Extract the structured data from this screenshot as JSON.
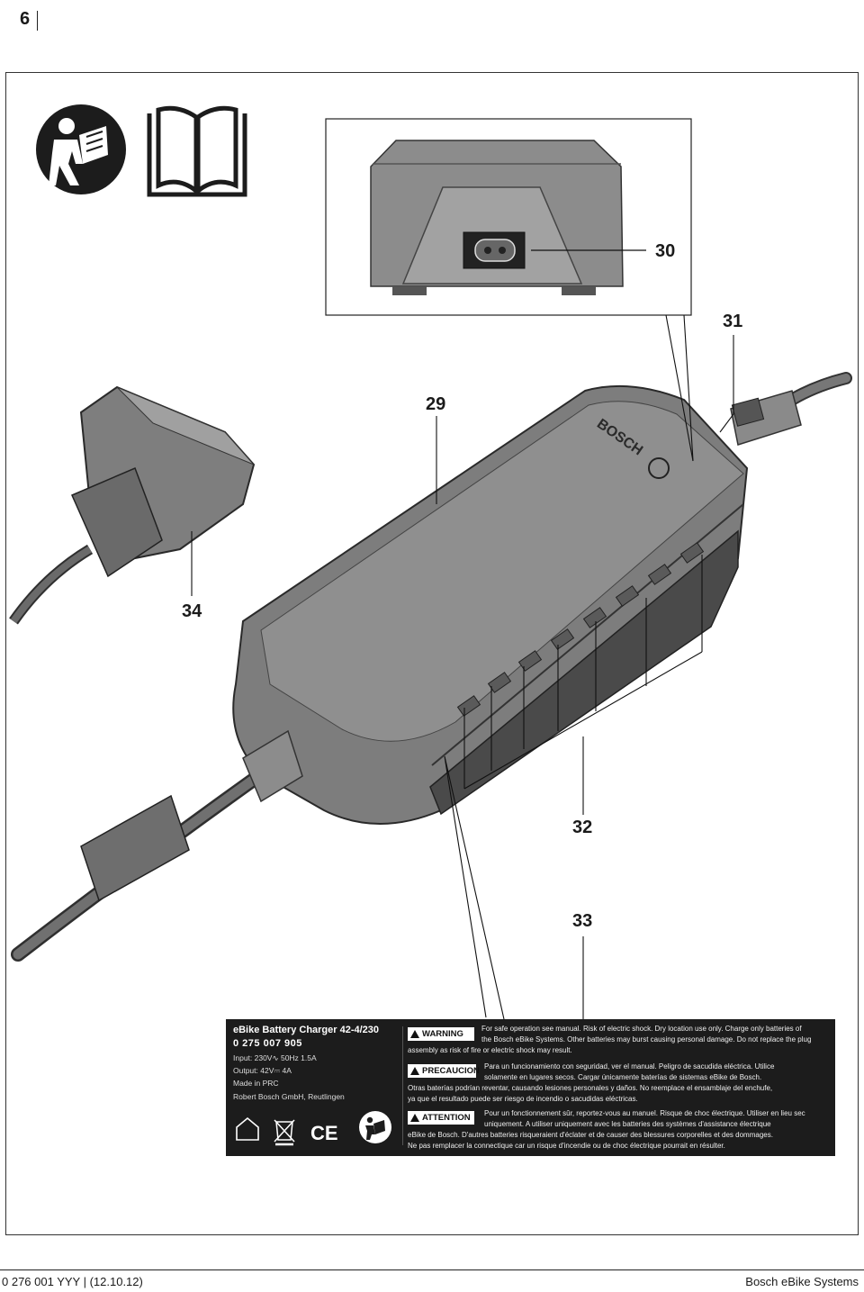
{
  "page": {
    "number": "6"
  },
  "callouts": {
    "c30": "30",
    "c31": "31",
    "c29": "29",
    "c34": "34",
    "c32": "32",
    "c33": "33"
  },
  "brand_on_device": "BOSCH",
  "label": {
    "title": "eBike Battery Charger 42-4/230",
    "code": "0 275 007 905",
    "input": "Input: 230V∿ 50Hz  1.5A",
    "output": "Output: 42V⎓ 4A",
    "made_in": "Made in PRC",
    "manufacturer": "Robert Bosch GmbH, Reutlingen",
    "warning": {
      "badge": "WARNING",
      "lines": [
        "For safe operation see manual. Risk of electric shock. Dry location use only. Charge only batteries of",
        "the Bosch eBike Systems.  Other batteries may burst causing personal damage. Do not replace the plug",
        "assembly as risk of fire or electric shock may result."
      ]
    },
    "precaucion": {
      "badge": "PRECAUCION",
      "lines": [
        "Para un funcionamiento con seguridad, ver el manual. Peligro de sacudida eléctrica. Utilice",
        "solamente en lugares secos. Cargar únicamente baterías de sistemas eBike de Bosch.",
        "Otras baterías  podrían reventar, causando lesiones personales y daños. No reemplace el ensamblaje del enchufe,",
        "ya que el resultado  puede ser riesgo de incendio o sacudidas eléctricas."
      ]
    },
    "attention": {
      "badge": "ATTENTION",
      "lines": [
        "Pour un fonctionnement sûr, reportez-vous au manuel. Risque de choc électrique. Utiliser en lieu sec",
        "uniquement. A utiliser uniquement avec les batteries des systèmes d'assistance électrique",
        "eBike de Bosch. D'autres batteries risqueraient d'éclater  et de causer des blessures corporelles et des dommages.",
        "Ne pas remplacer la connectique car un risque d'incendie  ou de choc électrique pourrait en résulter."
      ]
    },
    "ce_mark": "CE"
  },
  "footer": {
    "left": "0 276 001 YYY | (12.10.12)",
    "right": "Bosch eBike Systems"
  },
  "icons": [
    "read-manual-person-icon",
    "open-book-icon",
    "indoor-use-house-icon",
    "weee-bin-icon",
    "ce-mark-icon",
    "read-manual-small-icon"
  ]
}
